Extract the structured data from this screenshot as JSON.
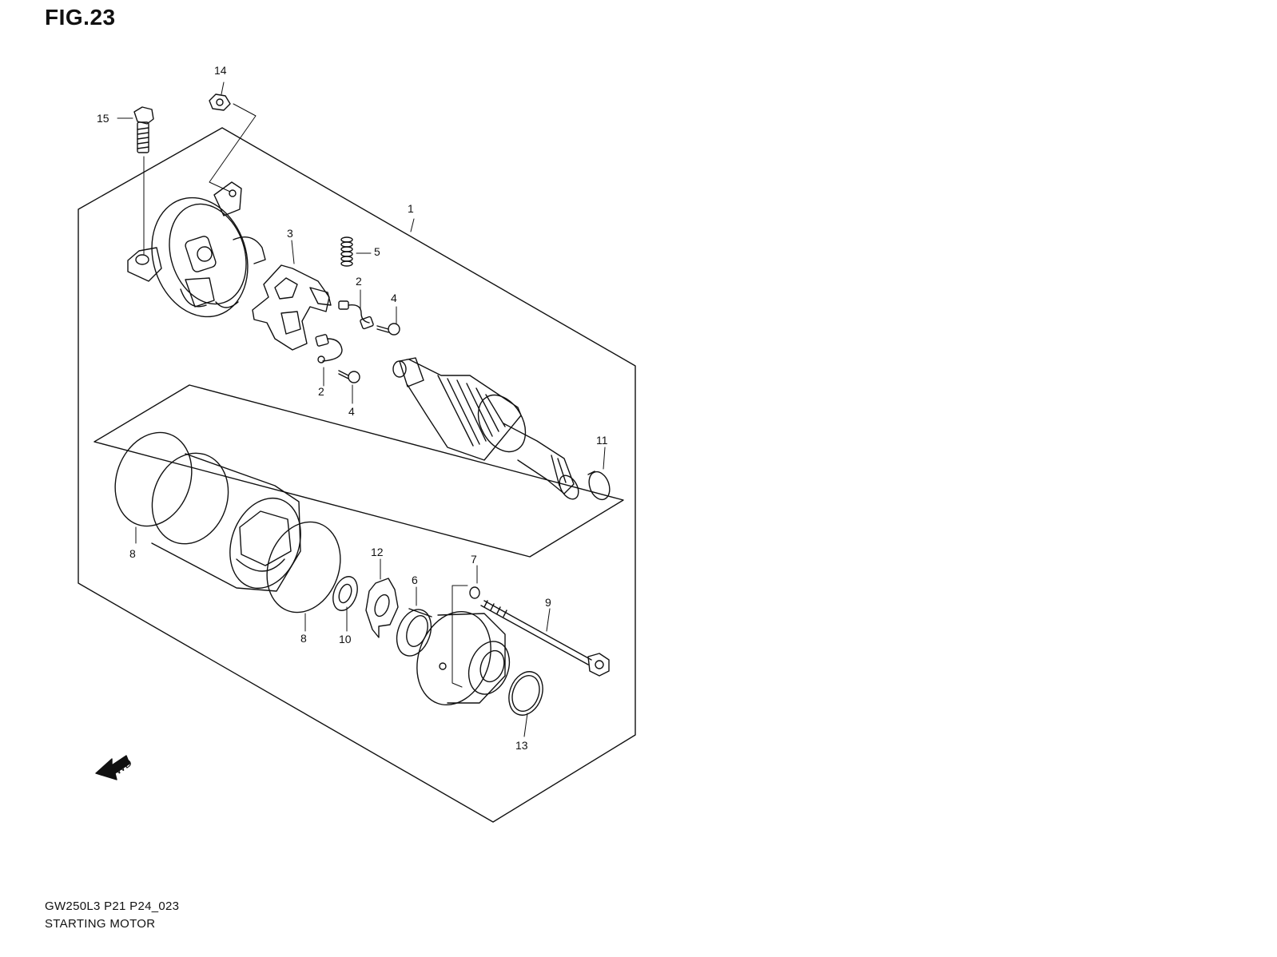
{
  "figure": {
    "title": "FIG.23",
    "drawing_code": "GW250L3 P21 P24_023",
    "name": "STARTING MOTOR"
  },
  "fwd_arrow": {
    "label": "FWD",
    "icon": "forward-arrow-icon"
  },
  "callouts": [
    {
      "id": "callout-1",
      "text": "1"
    },
    {
      "id": "callout-2a",
      "text": "2"
    },
    {
      "id": "callout-2b",
      "text": "2"
    },
    {
      "id": "callout-3",
      "text": "3"
    },
    {
      "id": "callout-4a",
      "text": "4"
    },
    {
      "id": "callout-4b",
      "text": "4"
    },
    {
      "id": "callout-5",
      "text": "5"
    },
    {
      "id": "callout-6",
      "text": "6"
    },
    {
      "id": "callout-7",
      "text": "7"
    },
    {
      "id": "callout-8a",
      "text": "8"
    },
    {
      "id": "callout-8b",
      "text": "8"
    },
    {
      "id": "callout-9",
      "text": "9"
    },
    {
      "id": "callout-10",
      "text": "10"
    },
    {
      "id": "callout-11",
      "text": "11"
    },
    {
      "id": "callout-12",
      "text": "12"
    },
    {
      "id": "callout-13",
      "text": "13"
    },
    {
      "id": "callout-14",
      "text": "14"
    },
    {
      "id": "callout-15",
      "text": "15"
    }
  ]
}
